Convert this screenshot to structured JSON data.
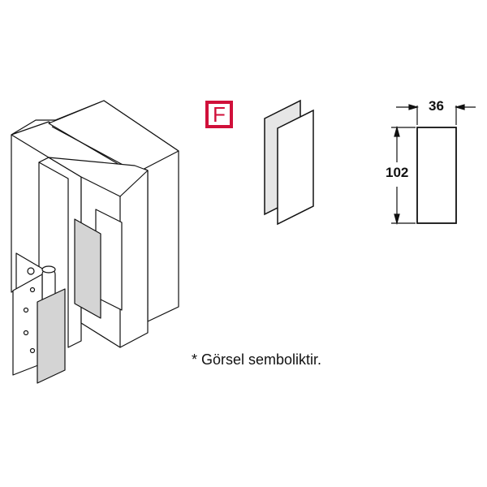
{
  "badge": {
    "label": "F",
    "color": "#d0103a"
  },
  "dimensions": {
    "width_label": "36",
    "height_label": "102"
  },
  "note": "* Görsel semboliktir.",
  "colors": {
    "line": "#111111",
    "plate_fill": "#d4d4d4",
    "background": "#ffffff"
  }
}
